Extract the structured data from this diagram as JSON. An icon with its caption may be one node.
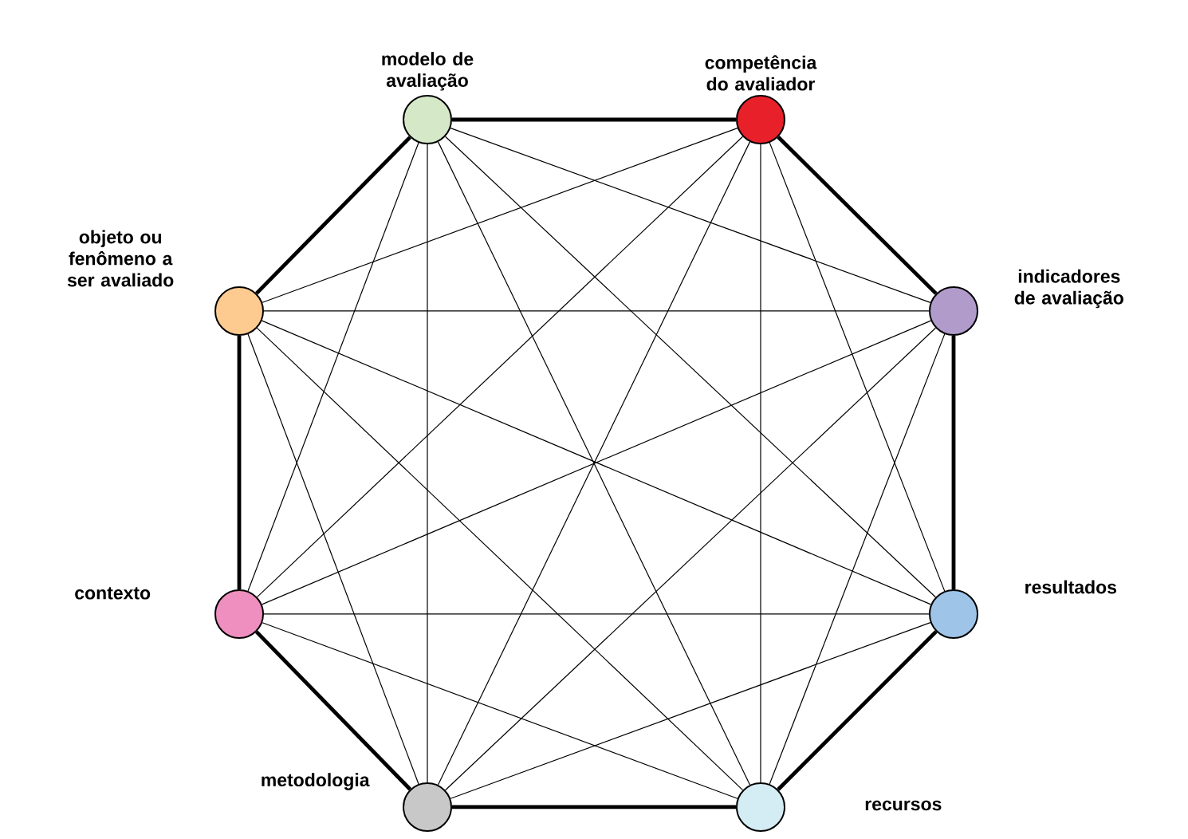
{
  "diagram": {
    "nodes": [
      {
        "text": [
          "modelo de avaliação"
        ]
      },
      {
        "text": [
          "competência do avaliador"
        ]
      },
      {
        "text": [
          "objeto ou fenômeno a ser avaliado"
        ]
      },
      {
        "text": [
          "indicadores de avaliação"
        ]
      },
      {
        "text": [
          "contexto"
        ]
      },
      {
        "text": [
          "resultados"
        ]
      },
      {
        "text": [
          "metodologia"
        ]
      },
      {
        "text": [
          "recursos"
        ]
      }
    ],
    "edges": [
      {
        "from": 0,
        "to": 1,
        "arrow": "none",
        "style": "thick"
      },
      {
        "from": 1,
        "to": 3,
        "arrow": "none",
        "style": "thick"
      },
      {
        "from": 3,
        "to": 5,
        "arrow": "none",
        "style": "thick"
      },
      {
        "from": 5,
        "to": 7,
        "arrow": "none",
        "style": "thick"
      },
      {
        "from": 7,
        "to": 6,
        "arrow": "none",
        "style": "thick"
      },
      {
        "from": 6,
        "to": 4,
        "arrow": "none",
        "style": "thick"
      },
      {
        "from": 4,
        "to": 2,
        "arrow": "none",
        "style": "thick"
      },
      {
        "from": 2,
        "to": 0,
        "arrow": "none",
        "style": "thick"
      },
      {
        "from": 0,
        "to": 3,
        "arrow": "none"
      },
      {
        "from": 0,
        "to": 4,
        "arrow": "none"
      },
      {
        "from": 0,
        "to": 5,
        "arrow": "none"
      },
      {
        "from": 0,
        "to": 6,
        "arrow": "none"
      },
      {
        "from": 0,
        "to": 7,
        "arrow": "none"
      },
      {
        "from": 1,
        "to": 2,
        "arrow": "none"
      },
      {
        "from": 1,
        "to": 4,
        "arrow": "none"
      },
      {
        "from": 1,
        "to": 5,
        "arrow": "none"
      },
      {
        "from": 1,
        "to": 6,
        "arrow": "none"
      },
      {
        "from": 1,
        "to": 7,
        "arrow": "none"
      },
      {
        "from": 2,
        "to": 3,
        "arrow": "none"
      },
      {
        "from": 2,
        "to": 5,
        "arrow": "none"
      },
      {
        "from": 2,
        "to": 6,
        "arrow": "none"
      },
      {
        "from": 2,
        "to": 7,
        "arrow": "none"
      },
      {
        "from": 3,
        "to": 4,
        "arrow": "none"
      },
      {
        "from": 3,
        "to": 6,
        "arrow": "none"
      },
      {
        "from": 3,
        "to": 7,
        "arrow": "none"
      },
      {
        "from": 4,
        "to": 5,
        "arrow": "none"
      },
      {
        "from": 4,
        "to": 7,
        "arrow": "none"
      },
      {
        "from": 5,
        "to": 6,
        "arrow": "none"
      }
    ]
  }
}
